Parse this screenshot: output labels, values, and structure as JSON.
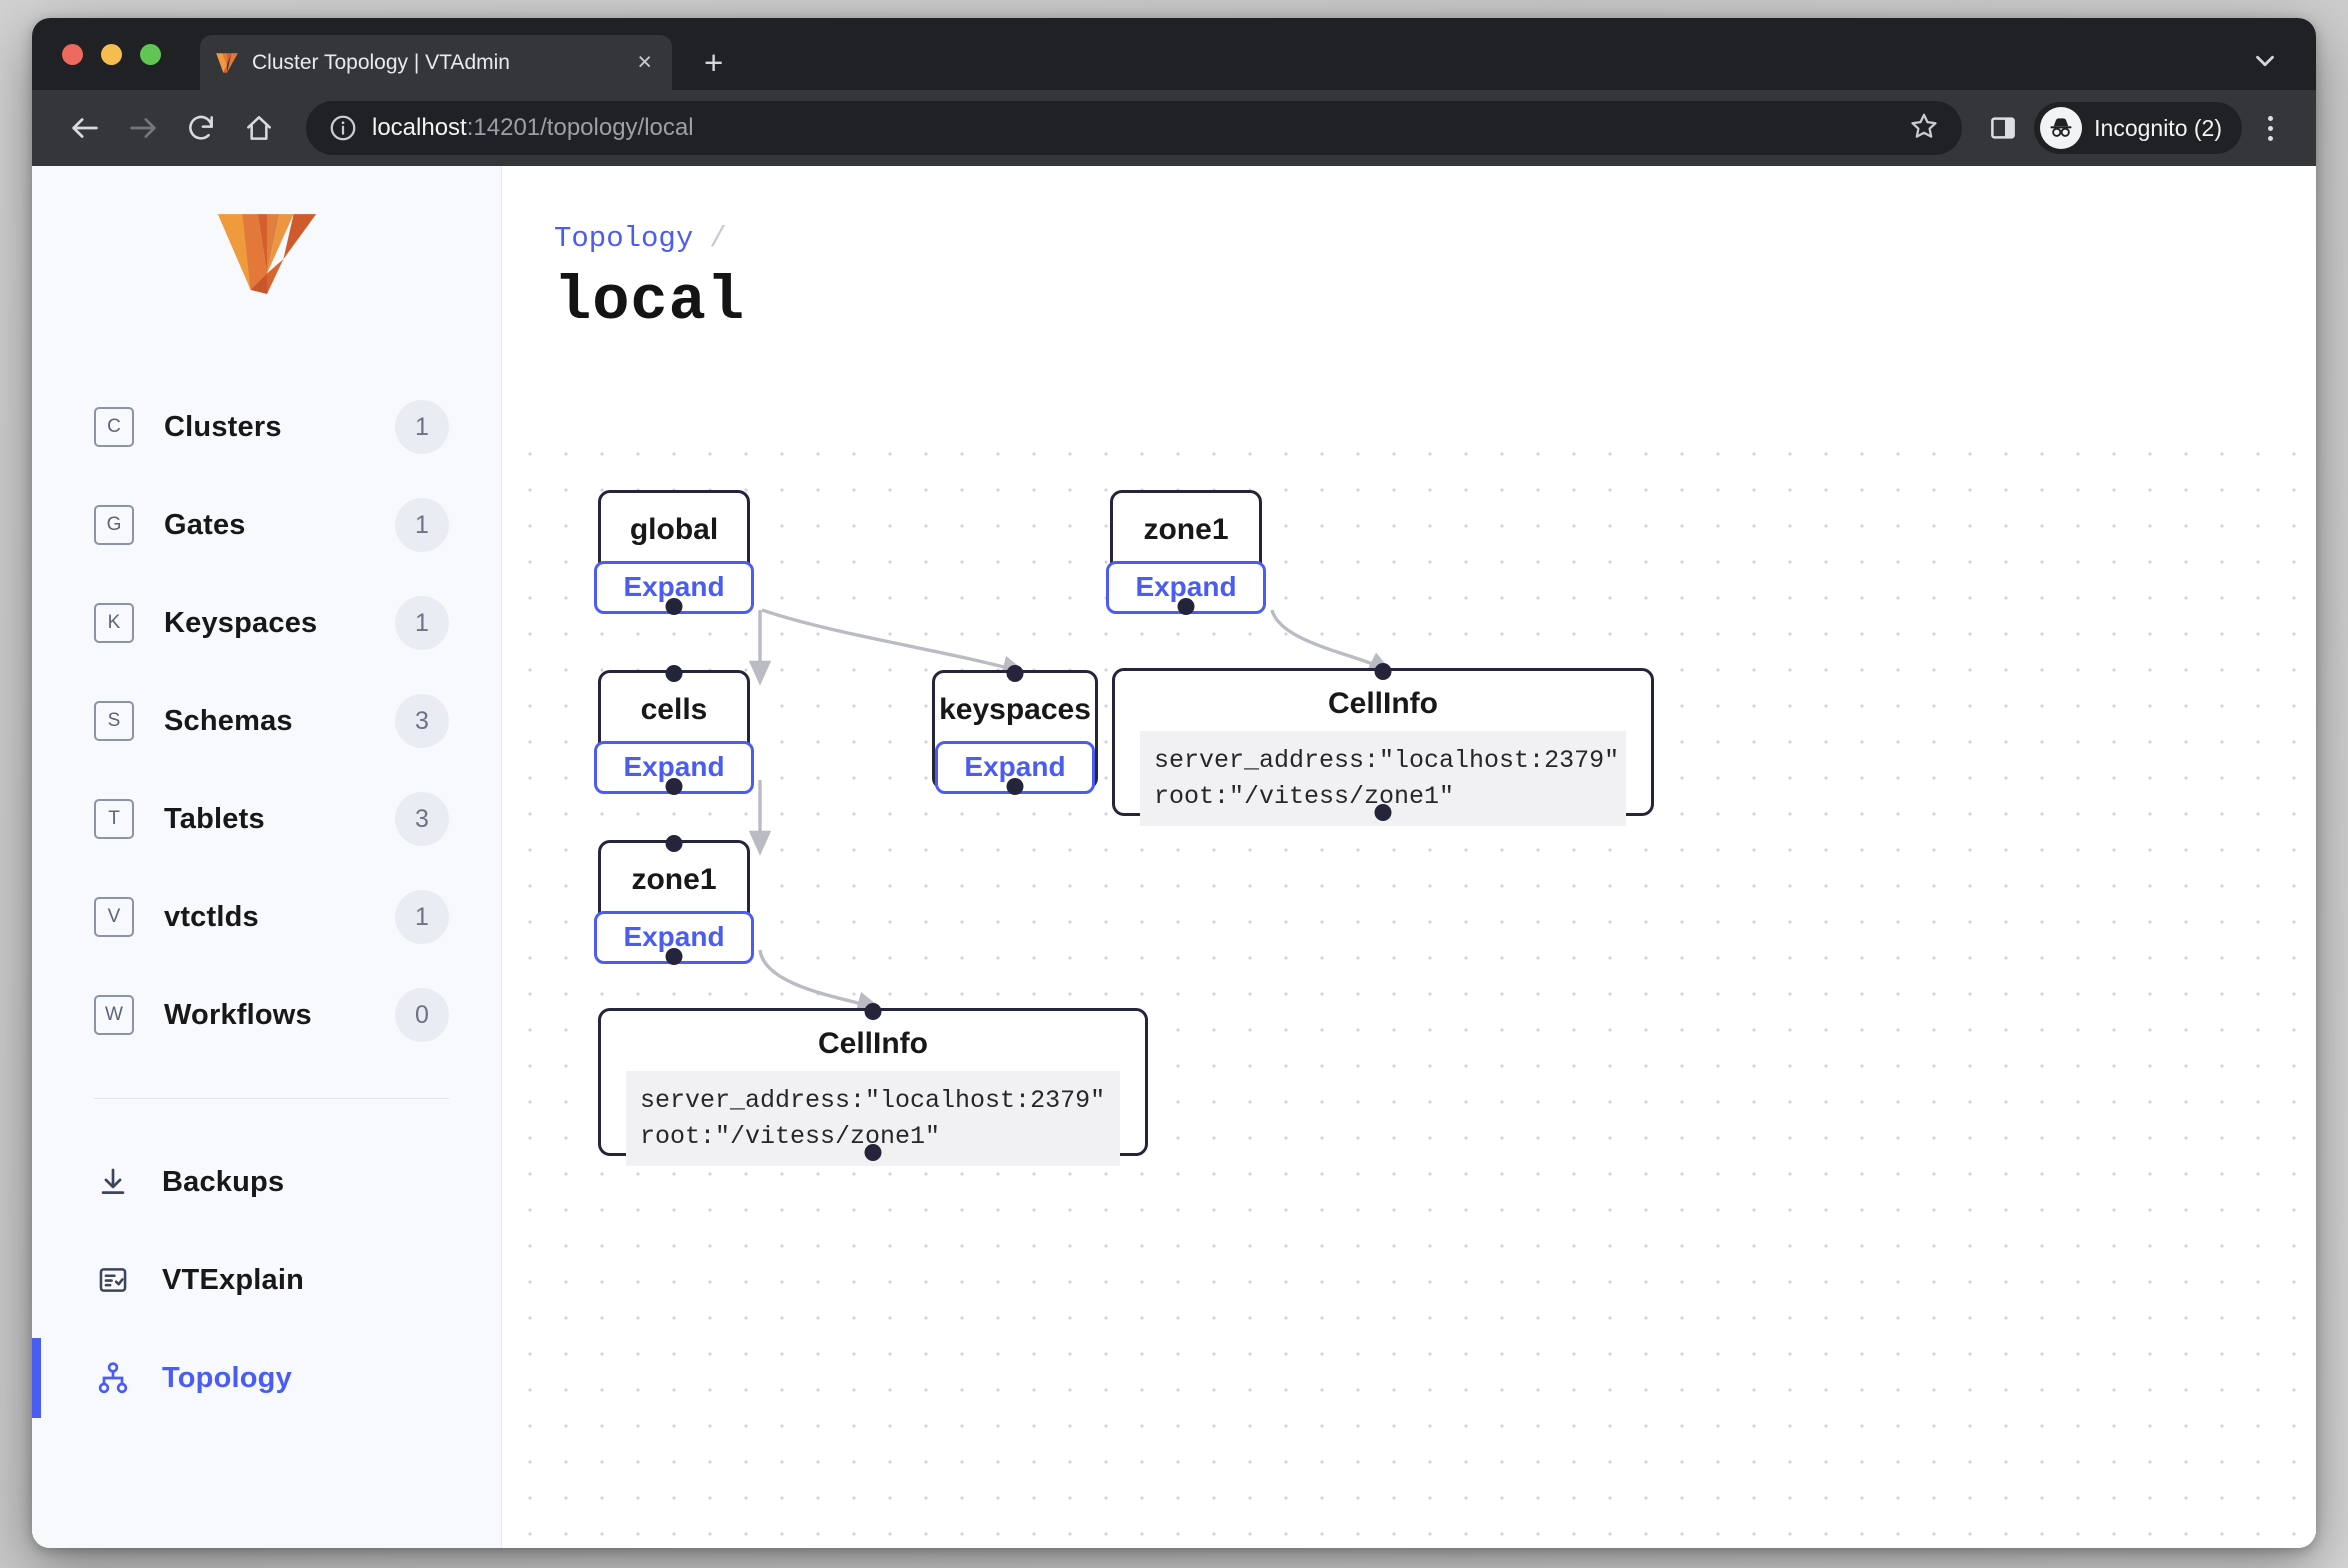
{
  "browser": {
    "tab": {
      "title": "Cluster Topology | VTAdmin",
      "favicon": "vitess-v-icon",
      "close_label": "×"
    },
    "new_tab_label": "+",
    "url_host": "localhost",
    "url_path": ":14201/topology/local",
    "profile_label": "Incognito (2)",
    "icons": {
      "back": "back-arrow-icon",
      "forward": "forward-arrow-icon",
      "reload": "reload-icon",
      "home": "home-icon",
      "info": "info-icon",
      "bookmark": "star-icon",
      "sidepanel": "side-panel-icon",
      "menu": "kebab-menu-icon",
      "window_chevron": "chevron-down-icon"
    }
  },
  "sidebar": {
    "logo": "vitess-logo",
    "items": [
      {
        "label": "Clusters",
        "key": "C",
        "badge": "1"
      },
      {
        "label": "Gates",
        "key": "G",
        "badge": "1"
      },
      {
        "label": "Keyspaces",
        "key": "K",
        "badge": "1"
      },
      {
        "label": "Schemas",
        "key": "S",
        "badge": "3"
      },
      {
        "label": "Tablets",
        "key": "T",
        "badge": "3"
      },
      {
        "label": "vtctlds",
        "key": "V",
        "badge": "1"
      },
      {
        "label": "Workflows",
        "key": "W",
        "badge": "0"
      }
    ],
    "tools": [
      {
        "label": "Backups",
        "icon": "download-icon",
        "active": false
      },
      {
        "label": "VTExplain",
        "icon": "checklist-icon",
        "active": false
      },
      {
        "label": "Topology",
        "icon": "topology-icon",
        "active": true
      }
    ]
  },
  "main": {
    "breadcrumb": {
      "link": "Topology",
      "separator": "/"
    },
    "title": "local",
    "expand_label": "Expand",
    "nodes": [
      {
        "id": "global",
        "title": "global"
      },
      {
        "id": "zone1-top",
        "title": "zone1"
      },
      {
        "id": "cells",
        "title": "cells"
      },
      {
        "id": "keyspaces",
        "title": "keyspaces"
      },
      {
        "id": "cellinfo-r",
        "title": "CellInfo",
        "code": "server_address:\"localhost:2379\"\nroot:\"/vitess/zone1\""
      },
      {
        "id": "zone1-left",
        "title": "zone1"
      },
      {
        "id": "cellinfo-b",
        "title": "CellInfo",
        "code": "server_address:\"localhost:2379\"\nroot:\"/vitess/zone1\""
      }
    ]
  },
  "colors": {
    "accent": "#4b5cf5",
    "node_border": "#24243a",
    "edge": "#b9bcc2",
    "sidebar_bg": "#f7f9fc",
    "badge_bg": "#e9edf3"
  }
}
